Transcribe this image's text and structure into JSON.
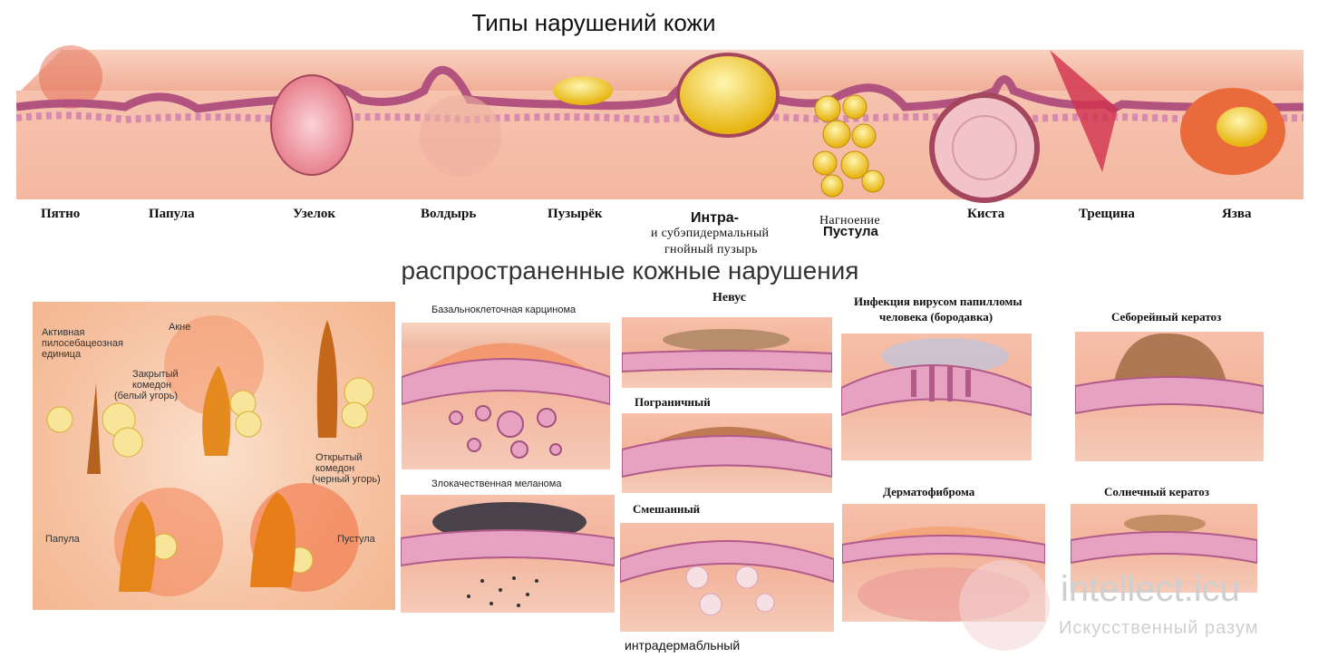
{
  "title": "Типы нарушений кожи",
  "subtitle": "распространенные кожные нарушения",
  "top_labels": {
    "spot": "Пятно",
    "papule": "Папула",
    "nodule": "Узелок",
    "wheal": "Волдырь",
    "vesicle": "Пузырёк",
    "intra_1": "Интра-",
    "intra_2": "и субэпидермальный",
    "intra_3": "гнойный пузырь",
    "pustule_1": "Нагноение",
    "pustule_2": "Пустула",
    "cyst": "Киста",
    "fissure": "Трещина",
    "ulcer": "Язва"
  },
  "acne": {
    "active_unit_1": "Активная",
    "active_unit_2": "пилосебацеозная",
    "active_unit_3": "единица",
    "acne": "Акне",
    "closed_1": "Закрытый",
    "closed_2": "комедон",
    "closed_3": "(белый угорь)",
    "open_1": "Открытый",
    "open_2": "комедон",
    "open_3": "(черный угорь)",
    "papule": "Папула",
    "pustule": "Пустула"
  },
  "panels": {
    "bcc": "Базальноклеточная карцинома",
    "melanoma": "Злокачественная меланома",
    "nevus": "Невус",
    "junctional": "Пограничный",
    "compound": "Смешанный",
    "intradermal": "интрадермабльный",
    "hpv_1": "Инфекция вирусом папилломы",
    "hpv_2": "человека (бородавка)",
    "dermatofibroma": "Дерматофиброма",
    "seborrheic": "Себорейный кератоз",
    "solar": "Солнечный кератоз"
  },
  "watermark": {
    "brand": "intellect.icu",
    "tagline": "Искусственный разум"
  }
}
